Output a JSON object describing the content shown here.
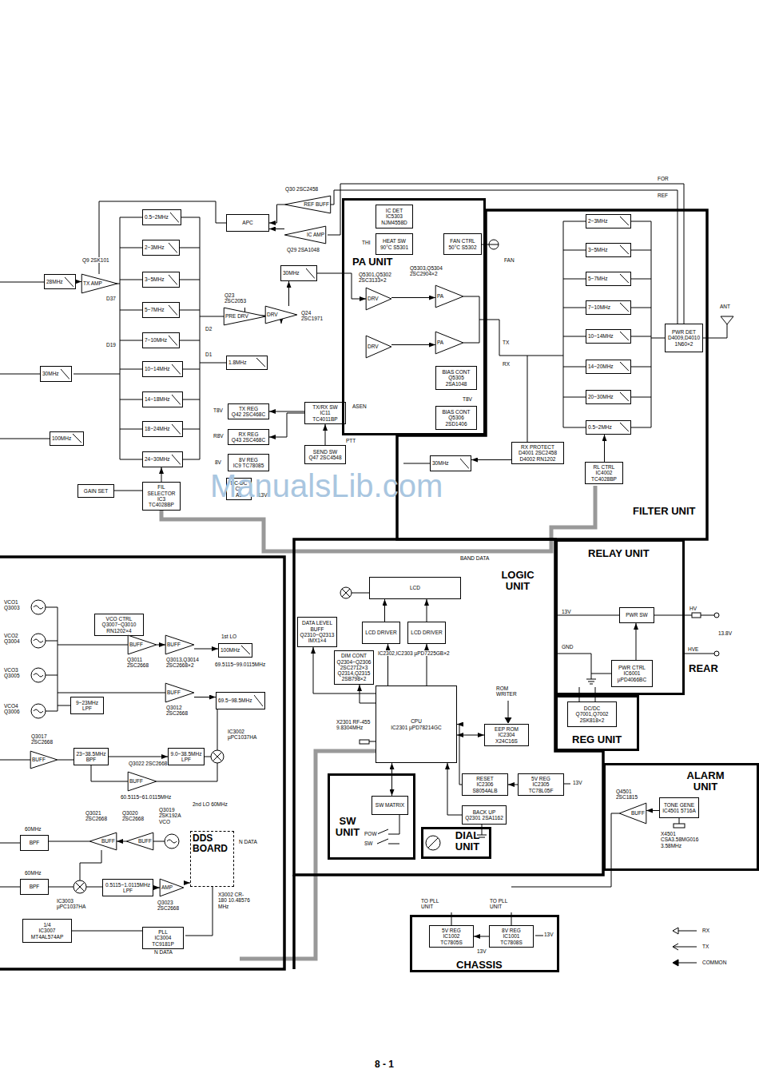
{
  "diagram": {
    "nodes": [
      {
        "text": [
          "28MHz"
        ]
      },
      {
        "text": [
          "TX AMP"
        ]
      },
      {
        "text": [
          "30MHz"
        ]
      },
      {
        "text": [
          "100MHz"
        ]
      },
      {
        "text": [
          "0.5~2MHz"
        ]
      },
      {
        "text": [
          "2~3MHz"
        ]
      },
      {
        "text": [
          "3~5MHz"
        ]
      },
      {
        "text": [
          "5~7MHz"
        ]
      },
      {
        "text": [
          "7~10MHz"
        ]
      },
      {
        "text": [
          "10~14MHz"
        ]
      },
      {
        "text": [
          "14~18MHz"
        ]
      },
      {
        "text": [
          "18~24MHz"
        ]
      },
      {
        "text": [
          "24~30MHz"
        ]
      },
      {
        "text": [
          "GAIN SET"
        ]
      },
      {
        "text": [
          "FIL SELECTOR",
          "IC3 TC4028BP"
        ]
      },
      {
        "text": [
          "APC"
        ]
      },
      {
        "text": [
          "REF BUFF"
        ]
      },
      {
        "text": [
          "IC AMP"
        ]
      },
      {
        "text": [
          "30MHz"
        ]
      },
      {
        "text": [
          "PRE DRV"
        ]
      },
      {
        "text": [
          "DRV"
        ]
      },
      {
        "text": [
          "1.8MHz"
        ]
      },
      {
        "text": [
          "TX REG",
          "Q42 2SC468C"
        ]
      },
      {
        "text": [
          "RX REG",
          "Q43 2SC468C"
        ]
      },
      {
        "text": [
          "8V REG",
          "IC9 TC78085"
        ]
      },
      {
        "text": [
          "DC-DC CV",
          "A1"
        ]
      },
      {
        "text": [
          "TX/RX SW",
          "IC11 TC4011BP"
        ]
      },
      {
        "text": [
          "SEND SW",
          "Q47 2SC4548"
        ]
      },
      {
        "text": [
          "PA UNIT"
        ]
      },
      {
        "text": [
          "IC DET",
          "IC5303 NJM4558D"
        ],
        "in": 28
      },
      {
        "text": [
          "HEAT SW",
          "90°C S5301"
        ],
        "in": 28
      },
      {
        "text": [
          "FAN CTRL",
          "50°C S5302"
        ],
        "in": 28
      },
      {
        "text": [
          "DRV"
        ],
        "in": 28
      },
      {
        "text": [
          "DRV"
        ],
        "in": 28
      },
      {
        "text": [
          "PA"
        ],
        "in": 28
      },
      {
        "text": [
          "PA"
        ],
        "in": 28
      },
      {
        "text": [
          "BIAS CONT",
          "Q5305 2SA1048"
        ],
        "in": 28
      },
      {
        "text": [
          "BIAS CONT",
          "Q5306 2SD1406"
        ],
        "in": 28
      },
      {
        "text": [
          "FILTER UNIT"
        ]
      },
      {
        "text": [
          "2~3MHz"
        ],
        "in": 38
      },
      {
        "text": [
          "3~5MHz"
        ],
        "in": 38
      },
      {
        "text": [
          "5~7MHz"
        ],
        "in": 38
      },
      {
        "text": [
          "7~10MHz"
        ],
        "in": 38
      },
      {
        "text": [
          "10~14MHz"
        ],
        "in": 38
      },
      {
        "text": [
          "14~20MHz"
        ],
        "in": 38
      },
      {
        "text": [
          "20~30MHz"
        ],
        "in": 38
      },
      {
        "text": [
          "0.5~2MHz"
        ],
        "in": 38
      },
      {
        "text": [
          "PWR DET",
          "D4009,D4010 1N60×2"
        ],
        "in": 38
      },
      {
        "text": [
          "RX PROTECT",
          "D4001 2SC2458 D4002 RN1202"
        ],
        "in": 38
      },
      {
        "text": [
          "30MHz"
        ],
        "in": 38
      },
      {
        "text": [
          "RL CTRL",
          "IC4002 TC4028BP"
        ],
        "in": 38
      },
      {
        "text": [
          "RELAY UNIT"
        ]
      },
      {
        "text": [
          "PWR SW"
        ],
        "in": 51
      },
      {
        "text": [
          "PWR CTRL",
          "IC6001 µPD4066BC"
        ],
        "in": 51
      },
      {
        "text": [
          "REG UNIT"
        ]
      },
      {
        "text": [
          "DC/DC",
          "Q7001,Q7002 2SK818×2"
        ],
        "in": 54
      },
      {
        "text": [
          "LOGIC UNIT"
        ]
      },
      {
        "text": [
          "LCD"
        ],
        "in": 56
      },
      {
        "text": [
          "LCD DRIVER"
        ],
        "in": 56
      },
      {
        "text": [
          "LCD DRIVER"
        ],
        "in": 56
      },
      {
        "text": [
          "DIM CONT",
          "Q2304~Q2306 2SC2712×3 Q2314,Q2315 2SB798×2"
        ],
        "in": 56
      },
      {
        "text": [
          "DATA LEVEL BUFF",
          "Q2310~Q2313 IMX1×4"
        ],
        "in": 56
      },
      {
        "text": [
          "CPU",
          "IC2301 µPD78214GC"
        ],
        "in": 56
      },
      {
        "text": [
          "EEP ROM",
          "IC2304 X24C16S"
        ],
        "in": 56
      },
      {
        "text": [
          "RESET",
          "IC2306 S8054ALB"
        ],
        "in": 56
      },
      {
        "text": [
          "5V REG",
          "IC2305 TC78L05F"
        ],
        "in": 56
      },
      {
        "text": [
          "BACK UP",
          "Q2301 2SA1162"
        ],
        "in": 56
      },
      {
        "text": [
          "SW UNIT"
        ],
        "in": 56
      },
      {
        "text": [
          "SW MATRIX"
        ],
        "in": 67
      },
      {
        "text": [
          "DIAL UNIT"
        ],
        "in": 56
      },
      {
        "text": [
          "ALARM UNIT"
        ]
      },
      {
        "text": [
          "BUFF"
        ],
        "in": 70
      },
      {
        "text": [
          "TONE GENE",
          "IC4501 5716A"
        ],
        "in": 70
      },
      {
        "text": [
          "CHASSIS"
        ]
      },
      {
        "text": [
          "5V REG",
          "IC1002 TC7805S"
        ],
        "in": 73
      },
      {
        "text": [
          "8V REG",
          "IC1001 TC7808S"
        ],
        "in": 73
      },
      {
        "text": [
          "VCO CTRL",
          "Q3007~Q3010 RN1202×4"
        ]
      },
      {
        "text": [
          "BUFF"
        ]
      },
      {
        "text": [
          "BUFF"
        ]
      },
      {
        "text": [
          "100MHz"
        ]
      },
      {
        "text": [
          "BUFF"
        ]
      },
      {
        "text": [
          "9~23MHz",
          "LPF"
        ]
      },
      {
        "text": [
          "69.5~98.5MHz"
        ]
      },
      {
        "text": [
          "23~38.5MHz",
          "BPF"
        ]
      },
      {
        "text": [
          "9.0~38.5MHz",
          "LPF"
        ]
      },
      {
        "text": [
          "BUFF"
        ]
      },
      {
        "text": [
          "BUFF"
        ]
      },
      {
        "text": [
          "BPF"
        ]
      },
      {
        "text": [
          "BPF"
        ]
      },
      {
        "text": [
          "BUFF"
        ]
      },
      {
        "text": [
          "BUFF"
        ]
      },
      {
        "text": [
          "0.5115~1.0115MHz",
          "LPF"
        ]
      },
      {
        "text": [
          "AMP"
        ]
      },
      {
        "text": [
          "DDS BOARD"
        ]
      },
      {
        "text": [
          "PLL",
          "IC3004 TC9181P"
        ]
      },
      {
        "text": [
          "1/4",
          "IC3007 MT4AL574AP"
        ]
      }
    ],
    "edges": [
      {
        "from": 0,
        "to": 1,
        "arrow": "to"
      },
      {
        "from": 19,
        "to": 20,
        "arrow": "to"
      },
      {
        "from": 20,
        "to": 18,
        "arrow": "to"
      },
      {
        "from": 18,
        "to": 32,
        "arrow": "to"
      },
      {
        "from": 32,
        "to": 34,
        "arrow": "to"
      },
      {
        "from": 33,
        "to": 35,
        "arrow": "to"
      },
      {
        "from": 16,
        "to": 15,
        "arrow": "to"
      },
      {
        "from": 17,
        "to": 15,
        "arrow": "to"
      },
      {
        "from": 26,
        "to": 22,
        "arrow": "to"
      },
      {
        "from": 26,
        "to": 23,
        "arrow": "to"
      },
      {
        "from": 27,
        "to": 26,
        "arrow": "to"
      },
      {
        "from": 14,
        "to": 12,
        "arrow": "to"
      },
      {
        "from": 48,
        "to": 49,
        "arrow": "to"
      },
      {
        "from": 50,
        "to": 46,
        "arrow": "to"
      },
      {
        "from": 53,
        "to": 52,
        "arrow": "to"
      },
      {
        "from": 58,
        "to": 57,
        "arrow": "to"
      },
      {
        "from": 59,
        "to": 57,
        "arrow": "to"
      },
      {
        "from": 62,
        "to": 58,
        "arrow": "to"
      },
      {
        "from": 62,
        "to": 59,
        "arrow": "to"
      },
      {
        "from": 62,
        "to": 63,
        "arrow": "both"
      },
      {
        "from": 64,
        "to": 62,
        "arrow": "to"
      },
      {
        "from": 65,
        "to": 64,
        "arrow": "to"
      },
      {
        "from": 66,
        "to": 62,
        "arrow": "to"
      },
      {
        "from": 68,
        "to": 62,
        "arrow": "both"
      },
      {
        "from": 62,
        "to": 60,
        "arrow": "to"
      },
      {
        "from": 62,
        "to": 61,
        "arrow": "to"
      },
      {
        "from": 72,
        "to": 71,
        "arrow": "to"
      },
      {
        "from": 75,
        "to": 74,
        "arrow": "to"
      },
      {
        "from": 77,
        "to": 78,
        "arrow": "to"
      },
      {
        "from": 78,
        "to": 79,
        "arrow": "to"
      },
      {
        "from": 80,
        "to": 82,
        "arrow": "to"
      },
      {
        "from": 83,
        "to": 84,
        "arrow": "to"
      },
      {
        "from": 90,
        "to": 89,
        "arrow": "to"
      },
      {
        "from": 91,
        "to": 92,
        "arrow": "to"
      },
      {
        "from": 92,
        "to": 93,
        "arrow": "to"
      }
    ],
    "labels": [
      "Q9 2SK101",
      "D37",
      "D19",
      "D2",
      "D1",
      "Q30 2SC2458",
      "Q29 2SA1048",
      "Q23 2SC2053",
      "Q24 2SC1971",
      "T8V",
      "R8V",
      "8V",
      "13V",
      "ASEN",
      "PTT",
      "THI",
      "Q5301,Q5302 2SC3133×2",
      "Q5303,Q5304 2SC2904×2",
      "T8V",
      "FAN",
      "TX",
      "RX",
      "FOR",
      "REF",
      "ANT",
      "BAND DATA",
      "13V",
      "GND",
      "HV",
      "HVE",
      "13.8V",
      "REAR",
      "IC2302,IC2303 µPD7225GB×2",
      "X2301 RF-455 9.8304MHz",
      "ROM WRITER",
      "13V",
      "POW",
      "SW",
      "Q4501 2SC1815",
      "X4501 CSA3.58MG016 3.58MHz",
      "TO PLL UNIT",
      "TO PLL UNIT",
      "13V",
      "13V",
      "VCO1 Q3003",
      "VCO2 Q3004",
      "VCO3 Q3005",
      "VCO4 Q3006",
      "Q3011 2SC2668",
      "Q3013,Q3014 2SC2668×2",
      "Q3012 2SC2668",
      "1st LO",
      "69.5115~99.0115MHz",
      "Q3017 2SC2668",
      "IC3002 µPC1037HA",
      "Q3022 2SC2668",
      "60.5115~61.0115MHz",
      "2nd LO 60MHz",
      "60MHz",
      "60MHz",
      "Q3021 2SC2668",
      "Q3020 2SC2668",
      "Q3019 2SK192A VCO",
      "IC3003 µPC1037HA",
      "Q3023 2SC2668",
      "X3002 CR-180 10.48576 MHz",
      "N DATA",
      "N DATA",
      "ManualsLib.com",
      "8 - 1"
    ],
    "legend": [
      {
        "text": "RX"
      },
      {
        "text": "TX"
      },
      {
        "text": "COMMON"
      }
    ]
  }
}
